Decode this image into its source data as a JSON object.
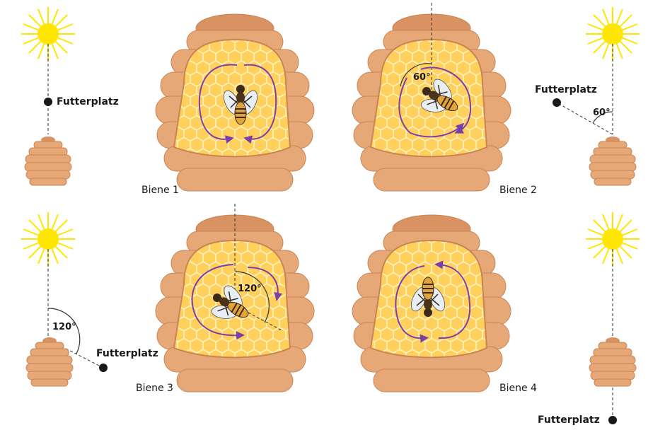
{
  "labels": {
    "futterplatz": "Futterplatz",
    "biene_1": "Biene 1",
    "biene_2": "Biene 2",
    "biene_3": "Biene 3",
    "biene_4": "Biene 4",
    "angle_60": "60°",
    "angle_120": "120°"
  },
  "colors": {
    "sun": "#ffe600",
    "hive": "#e7a878",
    "hive_dark": "#c98454",
    "comb": "#ffd15c",
    "dance_path": "#7b3fa8",
    "bee_body": "#e2a43a"
  },
  "icons": [
    "sun-icon",
    "hive-icon",
    "bee-icon",
    "food-source-dot",
    "dance-path-arrow"
  ]
}
